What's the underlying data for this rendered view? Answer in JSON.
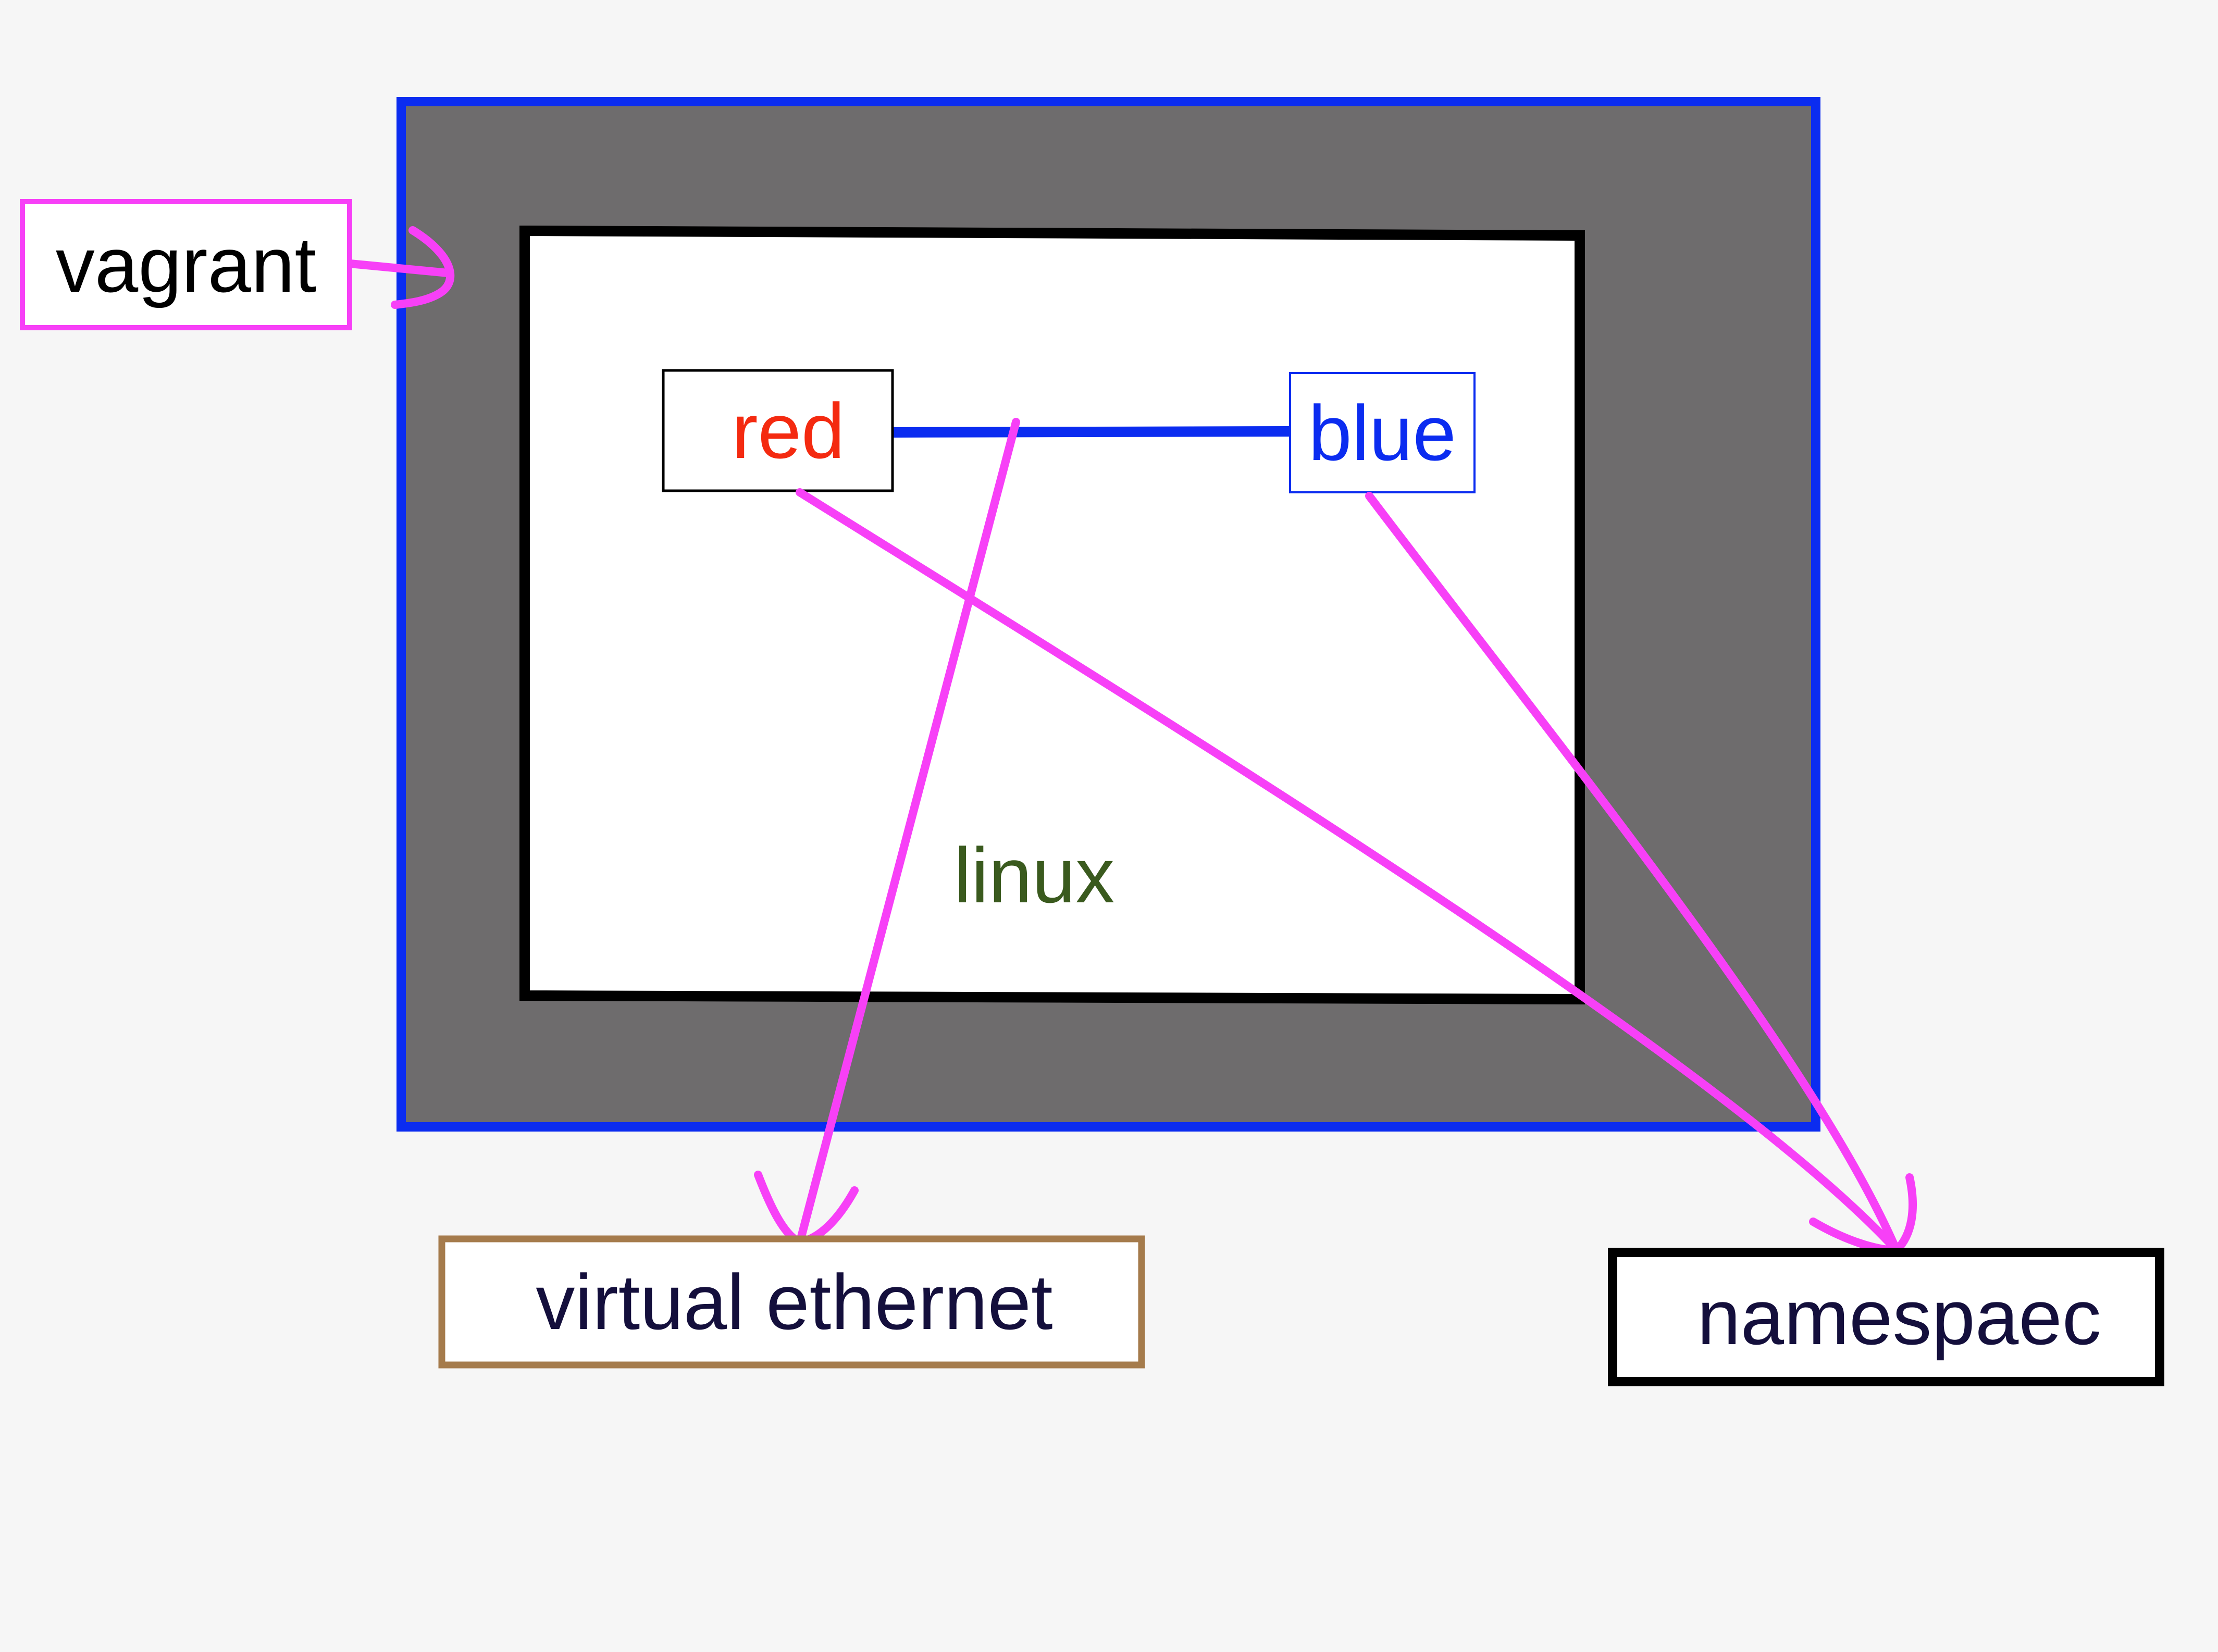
{
  "labels": {
    "vagrant": "vagrant",
    "red": "red",
    "blue": "blue",
    "linux": "linux",
    "virtual_ethernet": "virtual ethernet",
    "namespace": "namespaec"
  },
  "colors": {
    "background": "#f6f6f6",
    "vagrant_fill": "#6e6c6d",
    "vagrant_border": "#0b2cf0",
    "linux_fill": "#ffffff",
    "linux_border": "#000000",
    "annotation": "#f740f7",
    "red_text": "#f42a10",
    "blue_text": "#0b2cf0",
    "linux_text": "#3a5a1e",
    "callout_text": "#140f3c",
    "veth_border": "#a57b4c",
    "namespace_border": "#000000",
    "vagrant_label_border": "#f740f7"
  }
}
